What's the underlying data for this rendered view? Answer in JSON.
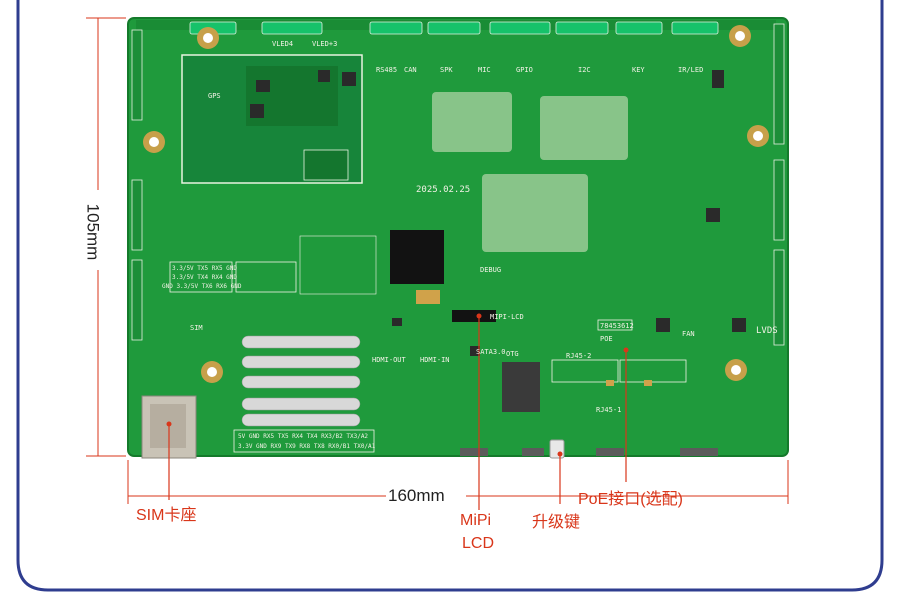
{
  "colors": {
    "frame": "#2f3d8f",
    "pcb": "#1f9a3c",
    "pcb_dark": "#15782c",
    "dimension": "#d9361a",
    "callout_text": "#d9361a"
  },
  "dimensions": {
    "width_label": "160mm",
    "height_label": "105mm"
  },
  "callouts": [
    {
      "id": "sim",
      "label": "SIM卡座"
    },
    {
      "id": "mipi",
      "label_lines": [
        "MiPi",
        "LCD"
      ]
    },
    {
      "id": "upgrade",
      "label": "升级键"
    },
    {
      "id": "poe",
      "label": "PoE接口(选配)"
    }
  ],
  "board": {
    "date": "2025.02.25",
    "serial": "78453612",
    "silkscreen": {
      "gps": "GPS",
      "mipi": "MIPI-LCD",
      "debug": "DEBUG",
      "otg": "OTG",
      "hdmi_out": "HDMI-OUT",
      "hdmi_in": "HDMI-IN",
      "sata": "SATA3.0",
      "poe": "POE",
      "rj45_2": "RJ45-2",
      "rj45_1": "RJ45-1",
      "lvds": "LVDS",
      "key": "KEY",
      "speaker": "SPK",
      "can": "CAN",
      "rs485": "RS485",
      "mic": "MIC",
      "gpio": "GPIO",
      "i2c": "I2C",
      "ir_led": "IR/LED",
      "fan": "FAN",
      "sim": "SIM",
      "vled4": "VLED4",
      "vled3": "VLED+3",
      "uart_rows": [
        "3.3/5V TX5 RX5 GND",
        "3.3/5V TX4 RX4 GND",
        "GND 3.3/5V TX6 RX6 GND"
      ],
      "bottom_rows": [
        "5V  GND  RX5  TX5  RX4  TX4  RX3/B2  TX3/A2",
        "3.3V  GND  RX9  TX9  RX8  TX8  RX0/B1  TX0/A1"
      ]
    }
  }
}
